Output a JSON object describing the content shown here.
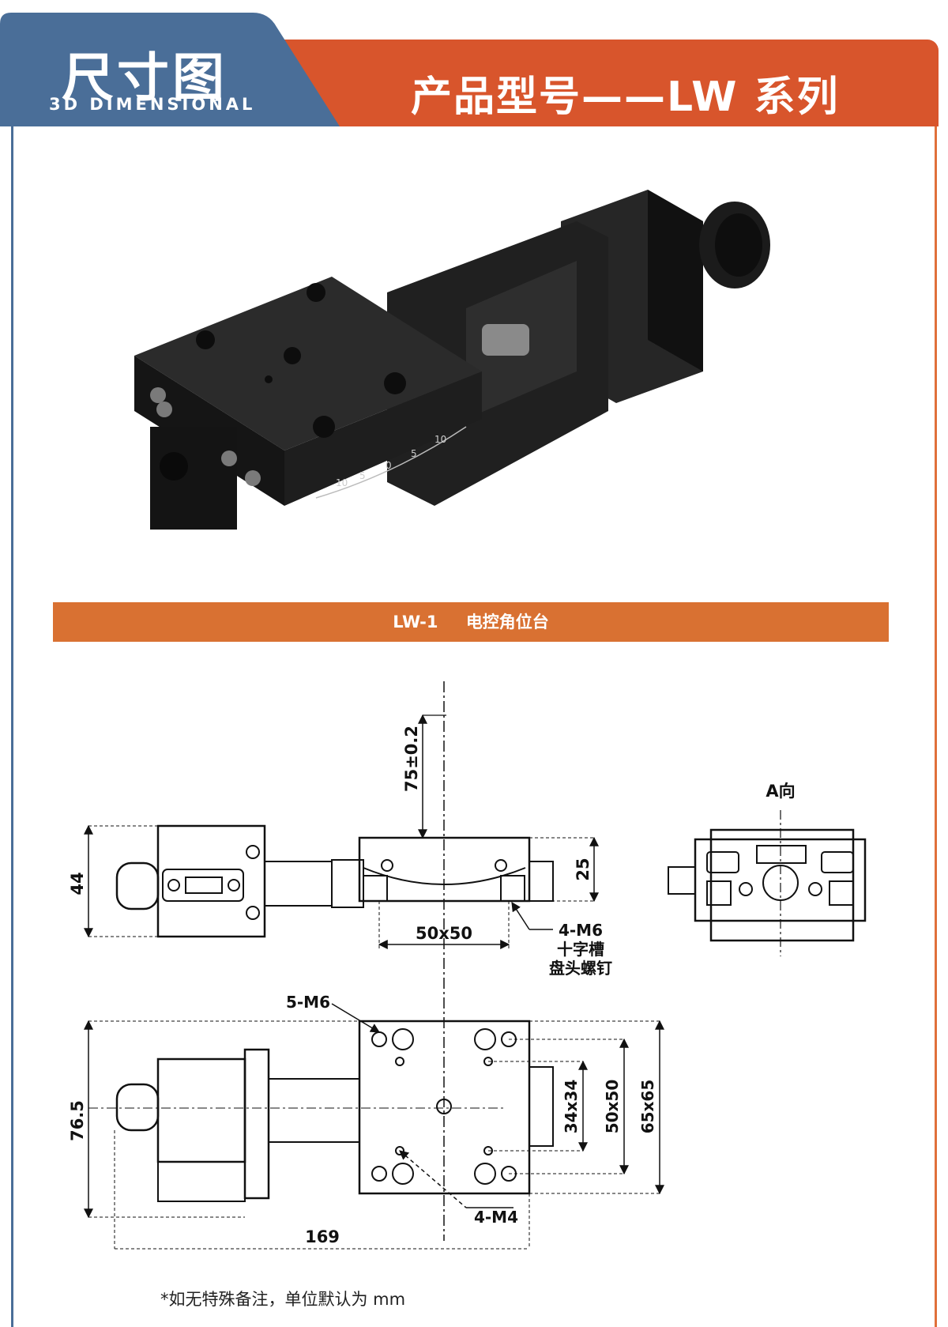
{
  "header": {
    "title_cn": "尺寸图",
    "title_en": "3D DIMENSIONAL",
    "product_title": "产品型号——LW 系列"
  },
  "product": {
    "model": "LW-1",
    "name": "电控角位台",
    "scale_labels": [
      "10",
      "5",
      "0",
      "5",
      "10"
    ]
  },
  "drawing": {
    "dim_75": "75±0.2",
    "dim_44": "44",
    "dim_25": "25",
    "dim_50x50_top": "50x50",
    "callout_screw_1": "4-M6",
    "callout_screw_2": "十字槽",
    "callout_screw_3": "盘头螺钉",
    "view_a": "A向",
    "callout_5m6": "5-M6",
    "dim_76_5": "76.5",
    "dim_34x34": "34x34",
    "dim_50x50_side": "50x50",
    "dim_65x65": "65x65",
    "callout_4m4": "4-M4",
    "dim_169": "169"
  },
  "footer": {
    "note": "*如无特殊备注，单位默认为 mm"
  },
  "colors": {
    "header_blue": "#4a6e98",
    "header_orange": "#d8552c",
    "bar_orange": "#d97132"
  }
}
